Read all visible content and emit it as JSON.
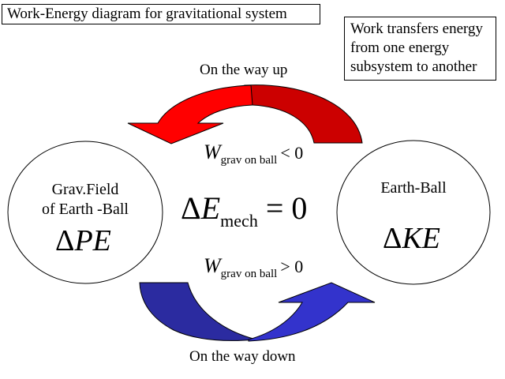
{
  "title": "Work-Energy diagram for gravitational system",
  "note": {
    "lines": [
      "Work transfers energy",
      "from one energy",
      "subsystem to another"
    ]
  },
  "arrows": {
    "up": {
      "label": "On the way up",
      "work_symbol": "W",
      "work_subscript": "grav on ball",
      "work_relation": "< 0",
      "color_light": "#FF0000",
      "color_dark": "#CC0000"
    },
    "down": {
      "label": "On the way down",
      "work_symbol": "W",
      "work_subscript": "grav on ball",
      "work_relation": "> 0",
      "color_light": "#3333CC",
      "color_dark": "#2B2BA0"
    }
  },
  "center": {
    "delta": "Δ",
    "symbol": "E",
    "subscript": "mech",
    "relation": "= 0"
  },
  "left_system": {
    "lines": [
      "Grav.Field",
      "of Earth -Ball"
    ],
    "delta": "Δ",
    "quantity": "PE"
  },
  "right_system": {
    "lines": [
      "Earth-Ball"
    ],
    "delta": "Δ",
    "quantity": "KE"
  }
}
